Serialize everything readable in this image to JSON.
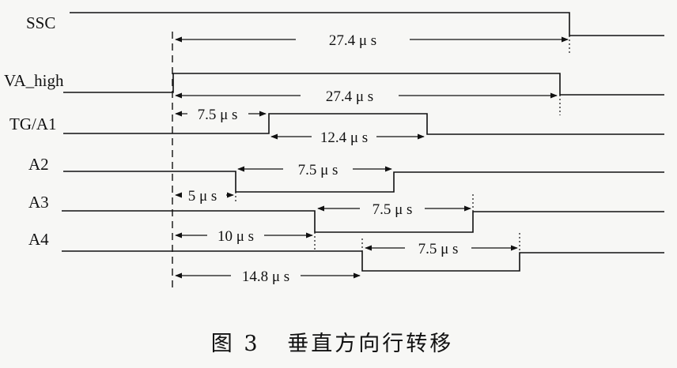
{
  "signals": [
    {
      "name": "SSC"
    },
    {
      "name": "VA_high"
    },
    {
      "name": "TG/A1"
    },
    {
      "name": "A2"
    },
    {
      "name": "A3"
    },
    {
      "name": "A4"
    }
  ],
  "durations": [
    {
      "label": "27.4 μ s"
    },
    {
      "label": "27.4 μ s"
    },
    {
      "label": "7.5 μ s"
    },
    {
      "label": "12.4 μ s"
    },
    {
      "label": "7.5 μ s"
    },
    {
      "label": "5 μ s"
    },
    {
      "label": "7.5 μ s"
    },
    {
      "label": "10 μ s"
    },
    {
      "label": "7.5 μ s"
    },
    {
      "label": "14.8 μ s"
    }
  ],
  "caption": "图 3   垂直方向行转移"
}
